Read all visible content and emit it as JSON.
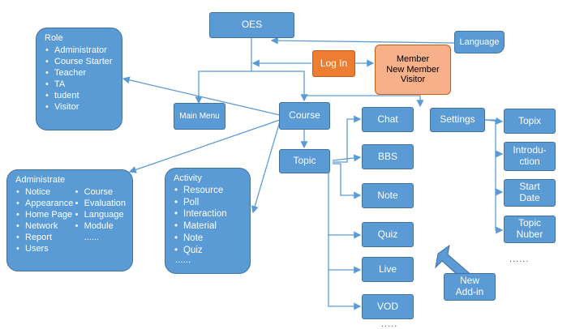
{
  "nodes": {
    "oes": "OES",
    "language": "Language",
    "login": "Log In",
    "member": [
      "Member",
      "New Member",
      "Visitor"
    ],
    "main_menu": "Main Menu",
    "course": "Course",
    "topic": "Topic",
    "settings": "Settings",
    "chat": "Chat",
    "bbs": "BBS",
    "note": "Note",
    "quiz": "Quiz",
    "live": "Live",
    "vod": "VOD",
    "topix": "Topix",
    "introduction": [
      "Introdu-",
      "ction"
    ],
    "start_date": [
      "Start",
      "Date"
    ],
    "topic_number": [
      "Topic",
      "Nuber"
    ],
    "new_addin": [
      "New",
      "Add-in"
    ],
    "settings_more": "......",
    "vod_more": "....."
  },
  "role": {
    "title": "Role",
    "items": [
      "Administrator",
      "Course Starter",
      "Teacher",
      "TA",
      "tudent",
      "Visitor"
    ]
  },
  "administrate": {
    "title": "Administrate",
    "col1": [
      "Notice",
      "Appearance",
      "Home Page",
      "Network",
      "Report",
      "Users"
    ],
    "col2": [
      "Course",
      "Evaluation",
      "Language",
      "Module"
    ],
    "col2_more": "......"
  },
  "activity": {
    "title": "Activity",
    "items": [
      "Resource",
      "Poll",
      "Interaction",
      "Material",
      "Note",
      "Quiz"
    ],
    "more": "......"
  },
  "colors": {
    "box": "#5b9bd5",
    "box_border": "#41719c",
    "login": "#ed7d31",
    "member": "#f8b08a",
    "line": "#5b9bd5"
  }
}
